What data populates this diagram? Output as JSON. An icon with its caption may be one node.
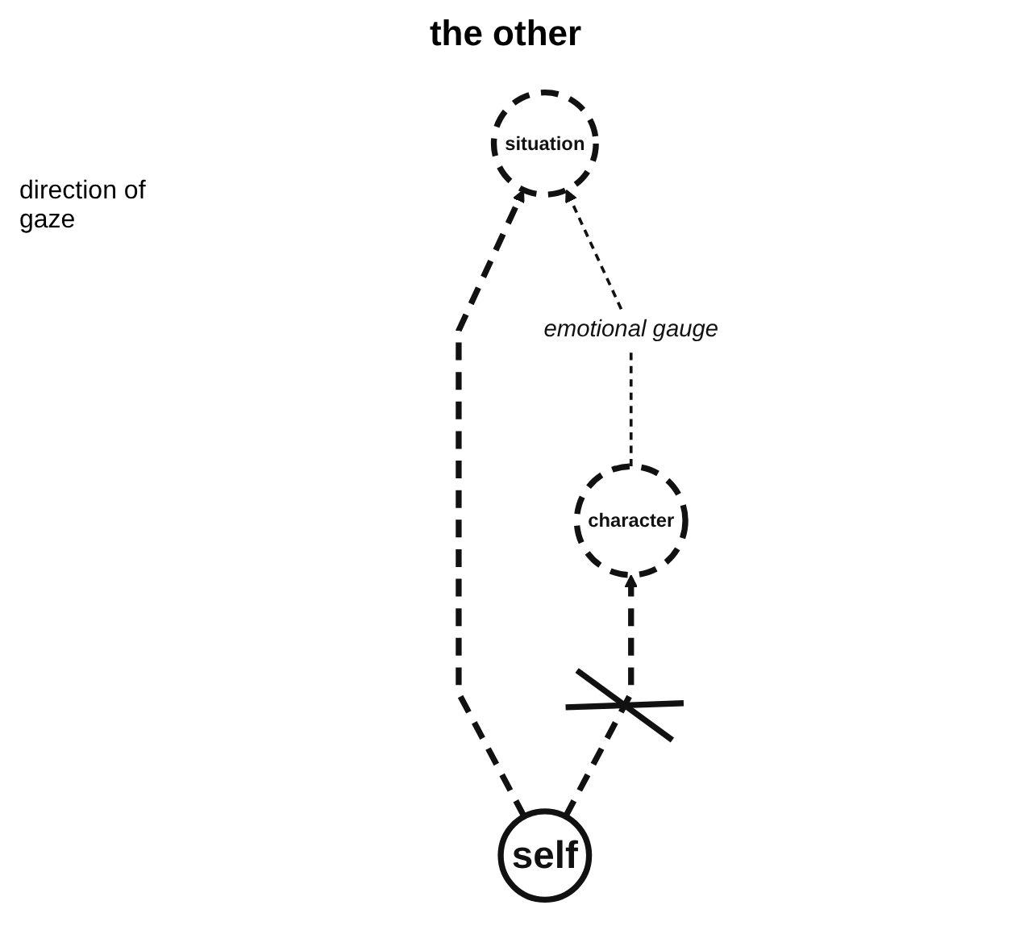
{
  "diagram": {
    "title": "the other",
    "nodes": [
      {
        "text": [
          "situation"
        ]
      },
      {
        "text": [
          "character"
        ]
      },
      {
        "text": [
          "self"
        ]
      }
    ],
    "edges": [
      {
        "from": 2,
        "to": 0,
        "arrow": "to",
        "style": "dashed"
      },
      {
        "from": 2,
        "to": 1,
        "arrow": "to",
        "style": "dashed"
      },
      {
        "from": 1,
        "to": 0,
        "arrow": "to",
        "style": "dashed",
        "label": "emotional gauge"
      }
    ],
    "labels": [
      "direction of gaze"
    ]
  }
}
